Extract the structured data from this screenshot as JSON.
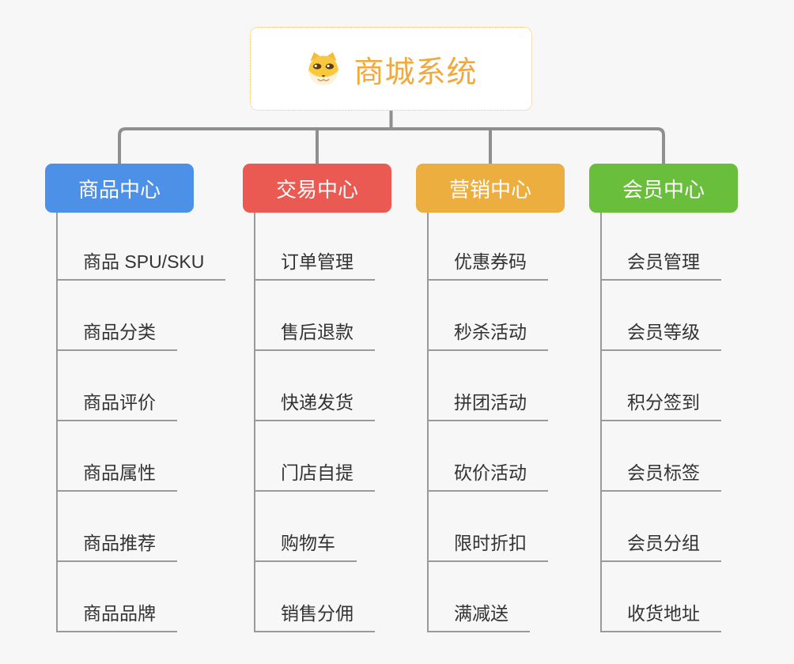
{
  "mindmap": {
    "root": {
      "label": "商城系统",
      "icon": "doge-icon",
      "text_color": "#f2a83a",
      "border_color": "#f0bc6a"
    },
    "connector_color": "#8f8f8f",
    "line_color": "#9a9a9a",
    "background_color": "#f7f7f7",
    "child_text_color": "#333333",
    "branches": [
      {
        "label": "商品中心",
        "color": "#4d90e8",
        "children": [
          "商品 SPU/SKU",
          "商品分类",
          "商品评价",
          "商品属性",
          "商品推荐",
          "商品品牌"
        ]
      },
      {
        "label": "交易中心",
        "color": "#ea5a52",
        "children": [
          "订单管理",
          "售后退款",
          "快递发货",
          "门店自提",
          "购物车",
          "销售分佣"
        ]
      },
      {
        "label": "营销中心",
        "color": "#ecae3f",
        "children": [
          "优惠券码",
          "秒杀活动",
          "拼团活动",
          "砍价活动",
          "限时折扣",
          "满减送"
        ]
      },
      {
        "label": "会员中心",
        "color": "#69be3b",
        "children": [
          "会员管理",
          "会员等级",
          "积分签到",
          "会员标签",
          "会员分组",
          "收货地址"
        ]
      }
    ]
  }
}
